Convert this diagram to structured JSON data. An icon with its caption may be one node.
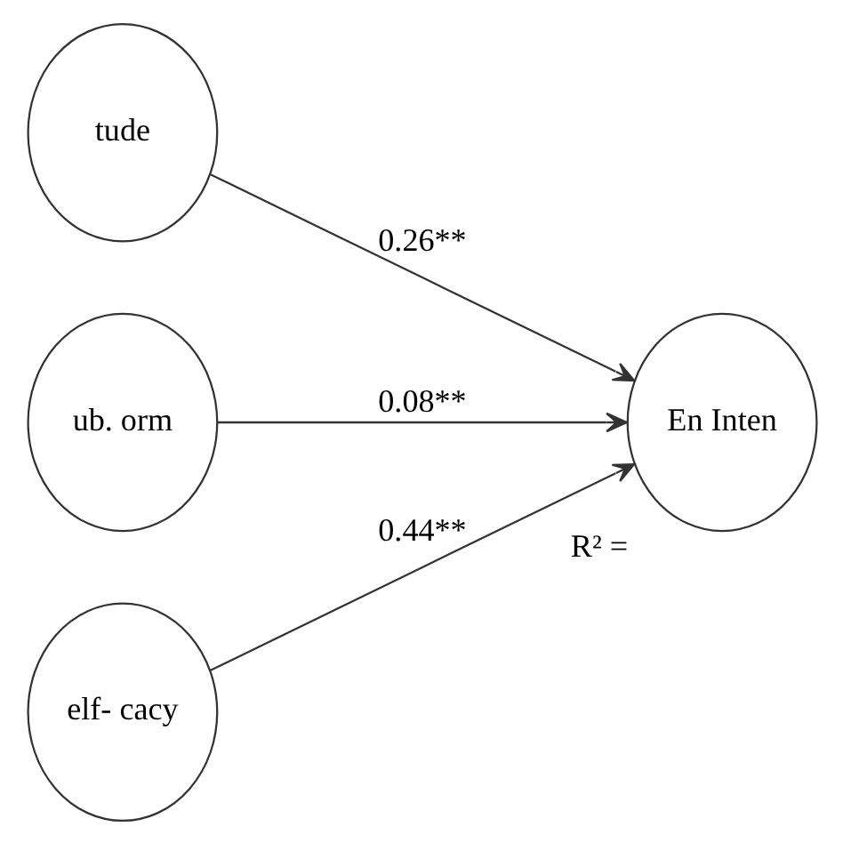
{
  "diagram": {
    "nodes": [
      {
        "text": [
          "tude"
        ]
      },
      {
        "text": [
          "ub. orm"
        ]
      },
      {
        "text": [
          "elf- cacy"
        ]
      },
      {
        "text": [
          "En Inten"
        ],
        "beside": [
          "R² ="
        ]
      }
    ],
    "edges": [
      {
        "from": 0,
        "to": 3,
        "arrow": "to",
        "label": "0.26**"
      },
      {
        "from": 1,
        "to": 3,
        "arrow": "to",
        "label": "0.08**"
      },
      {
        "from": 2,
        "to": 3,
        "arrow": "to",
        "label": "0.44**"
      }
    ]
  }
}
